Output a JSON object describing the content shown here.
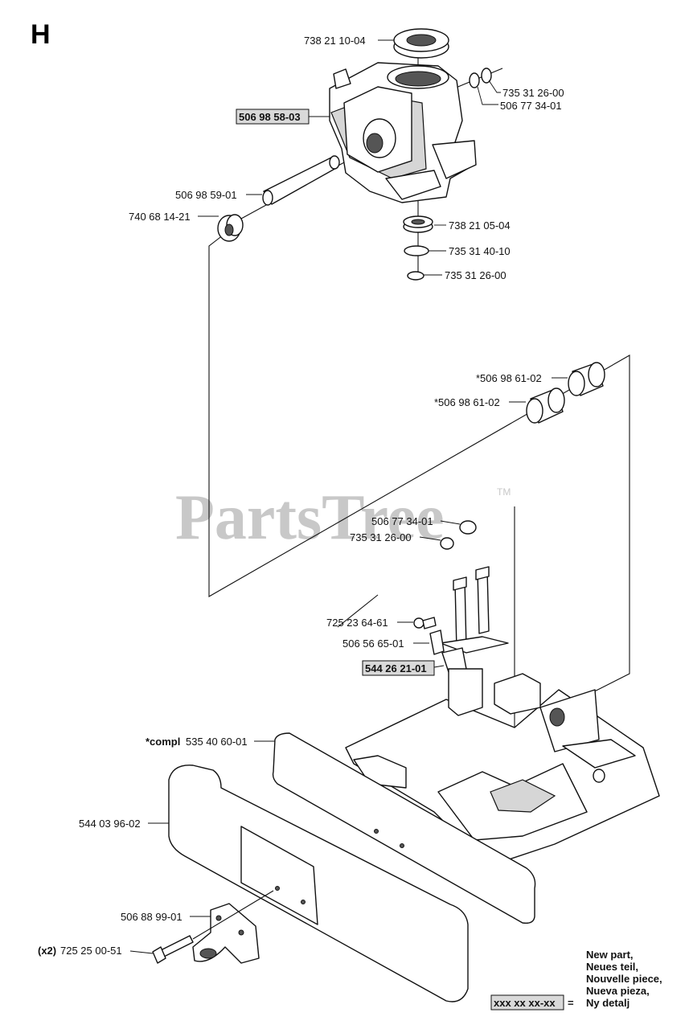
{
  "section_letter": "H",
  "watermark": {
    "text": "PartsTree",
    "trademark": "TM"
  },
  "labels": {
    "l_738211004": "738 21 10-04",
    "l_735312600_top": "735 31 26-00",
    "l_506773401_top": "506 77 34-01",
    "l_506985803": "506 98 58-03",
    "l_506985901": "506 98 59-01",
    "l_740681421": "740 68 14-21",
    "l_738210504": "738 21 05-04",
    "l_735314010": "735 31 40-10",
    "l_735312600_mid": "735 31 26-00",
    "l_506986102_a": "*506 98 61-02",
    "l_506986102_b": "*506 98 61-02",
    "l_506773401_low": "506 77 34-01",
    "l_735312600_low": "735 31 26-00",
    "l_725236461": "725 23 64-61",
    "l_506566501": "506 56 65-01",
    "l_544262101": "544 26 21-01",
    "l_compl_prefix": "*compl",
    "l_535406001": "535 40 60-01",
    "l_544039602": "544 03 96-02",
    "l_506889901": "506 88 99-01",
    "l_x2_prefix": "(x2)",
    "l_725250051": "725 25 00-51"
  },
  "legend": {
    "lines": [
      "New part,",
      "Neues teil,",
      "Nouvelle piece,",
      "Nueva pieza,",
      "Ny detalj"
    ],
    "code": "xxx xx xx-xx",
    "equals": "="
  }
}
